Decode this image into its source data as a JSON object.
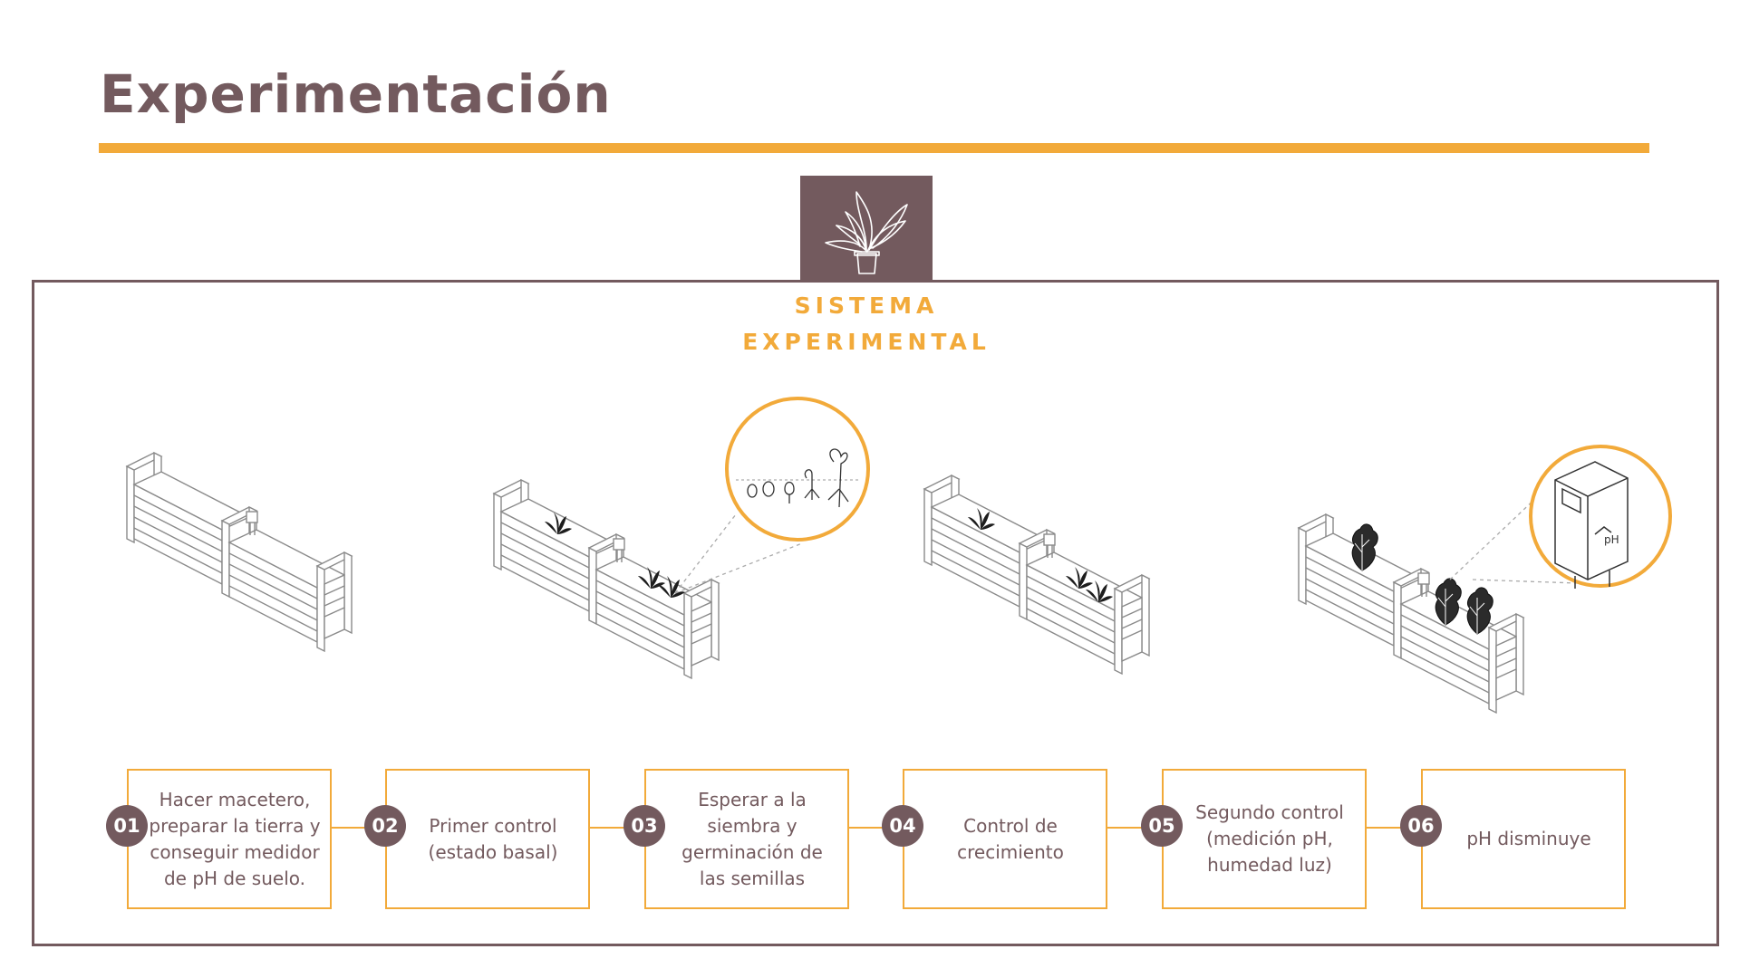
{
  "title": "Experimentación",
  "subtitle_line1": "SISTEMA",
  "subtitle_line2": "EXPERIMENTAL",
  "colors": {
    "brand": "#735a5e",
    "accent": "#f2aa3a"
  },
  "icons": [
    "plant-pot-icon",
    "planter-illustration",
    "seed-germination-zoom",
    "ph-meter-zoom"
  ],
  "zoom_label": "pH",
  "steps": [
    {
      "number": "01",
      "text": "Hacer macetero, preparar la tierra y conseguir medidor de pH de suelo."
    },
    {
      "number": "02",
      "text": "Primer control (estado basal)"
    },
    {
      "number": "03",
      "text": "Esperar a la siembra y germinación de las semillas"
    },
    {
      "number": "04",
      "text": "Control de crecimiento"
    },
    {
      "number": "05",
      "text": "Segundo control (medición pH, humedad luz)"
    },
    {
      "number": "06",
      "text": "pH disminuye"
    }
  ]
}
